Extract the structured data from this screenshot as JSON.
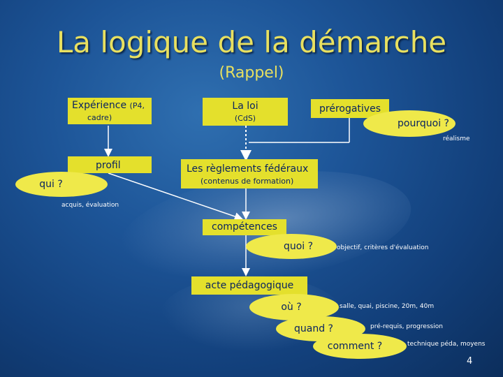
{
  "slide": {
    "title": "La logique de la démarche",
    "subtitle": "(Rappel)",
    "page_number": "4"
  },
  "boxes": {
    "experience": {
      "line1": "Expérience",
      "line1_small": "(P4,",
      "line2": "cadre)"
    },
    "loi": {
      "line1": "La loi",
      "line2": "(CdS)"
    },
    "prerogatives": {
      "text": "prérogatives"
    },
    "profil": {
      "text": "profil"
    },
    "reglements": {
      "line1": "Les règlements fédéraux",
      "line2": "(contenus de formation)"
    },
    "competences": {
      "text": "compétences"
    },
    "acte": {
      "text": "acte pédagogique"
    }
  },
  "ovals": {
    "pourquoi": "pourquoi ?",
    "qui": "qui ?",
    "quoi": "quoi ?",
    "ou": "où ?",
    "quand": "quand ?",
    "comment": "comment ?"
  },
  "notes": {
    "realisme": "réalisme",
    "acquis": "acquis, évaluation",
    "objectif": "objectif, critères d'évaluation",
    "salle": "salle, quai, piscine, 20m, 40m",
    "prerequis": "pré-requis, progression",
    "technique": "technique péda, moyens"
  },
  "colors": {
    "box_fill": "#e4e02c",
    "oval_fill": "#efe94a",
    "title_color": "#e8e060",
    "background": "#1d5598"
  }
}
